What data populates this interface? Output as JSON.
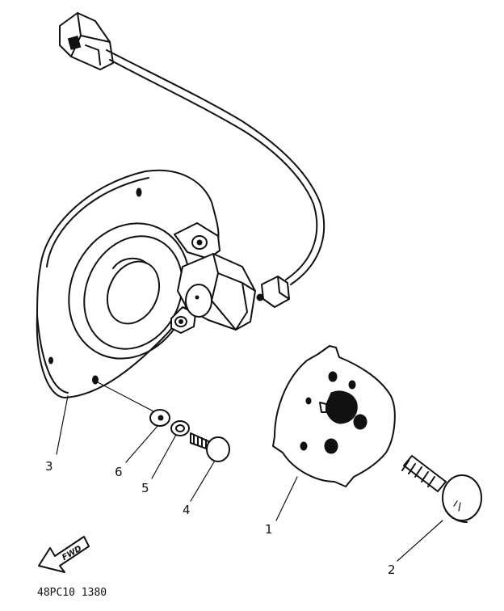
{
  "callouts": [
    {
      "label": "1"
    },
    {
      "label": "2"
    },
    {
      "label": "3"
    },
    {
      "label": "4"
    },
    {
      "label": "5"
    },
    {
      "label": "6"
    }
  ],
  "direction_arrow": {
    "label": "FWD"
  },
  "drawing_code": "48PC10 1380"
}
